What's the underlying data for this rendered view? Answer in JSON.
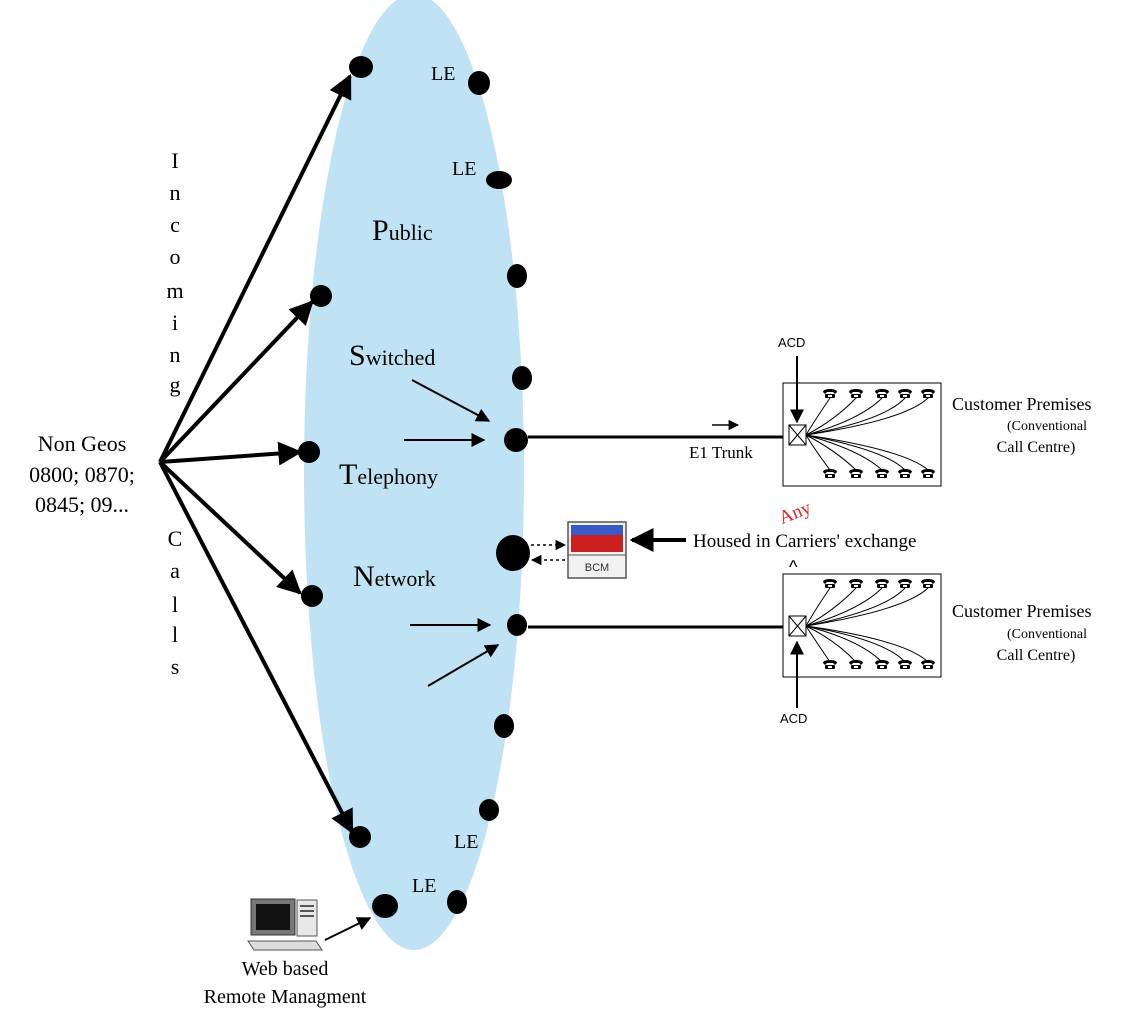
{
  "colors": {
    "cloud": "#bfe3f5",
    "ink": "#000000",
    "accent_red": "#e02020",
    "bcm_red": "#cc2020",
    "bcm_blue": "#3a5ac8"
  },
  "left_label": {
    "lines": [
      "Non Geos",
      "0800; 0870;",
      "0845; 09..."
    ]
  },
  "vertical_words": {
    "incoming": [
      "I",
      "n",
      "c",
      "o",
      "m",
      "i",
      "n",
      "g"
    ],
    "calls": [
      "C",
      "a",
      "l",
      "l",
      "s"
    ]
  },
  "network": {
    "public": {
      "cap": "P",
      "rest": "ublic"
    },
    "switched": {
      "cap": "S",
      "rest": "witched"
    },
    "telephony": {
      "cap": "T",
      "rest": "elephony"
    },
    "network": {
      "cap": "N",
      "rest": "etwork"
    }
  },
  "le_labels": [
    "LE",
    "LE",
    "LE",
    "LE"
  ],
  "trunk_label": "E1 Trunk",
  "acd_top_label": "ACD",
  "acd_bottom_label": "ACD",
  "premises_top": {
    "title": "Customer Premises",
    "sub1": "(Conventional",
    "sub2": "Call Centre)"
  },
  "premises_bottom": {
    "title": "Customer Premises",
    "sub1": "(Conventional",
    "sub2": "Call Centre)"
  },
  "bcm_label": "BCM",
  "housed_label": "Housed in Carriers' exchange",
  "any_label": "Any",
  "caret_label": "^",
  "remote": {
    "line1": "Web based",
    "line2": "Remote Managment"
  },
  "icons": {
    "phone": "telephone-icon",
    "computer": "computer-icon",
    "bcm": "bcm-server-icon",
    "switch": "acd-switch-icon"
  }
}
